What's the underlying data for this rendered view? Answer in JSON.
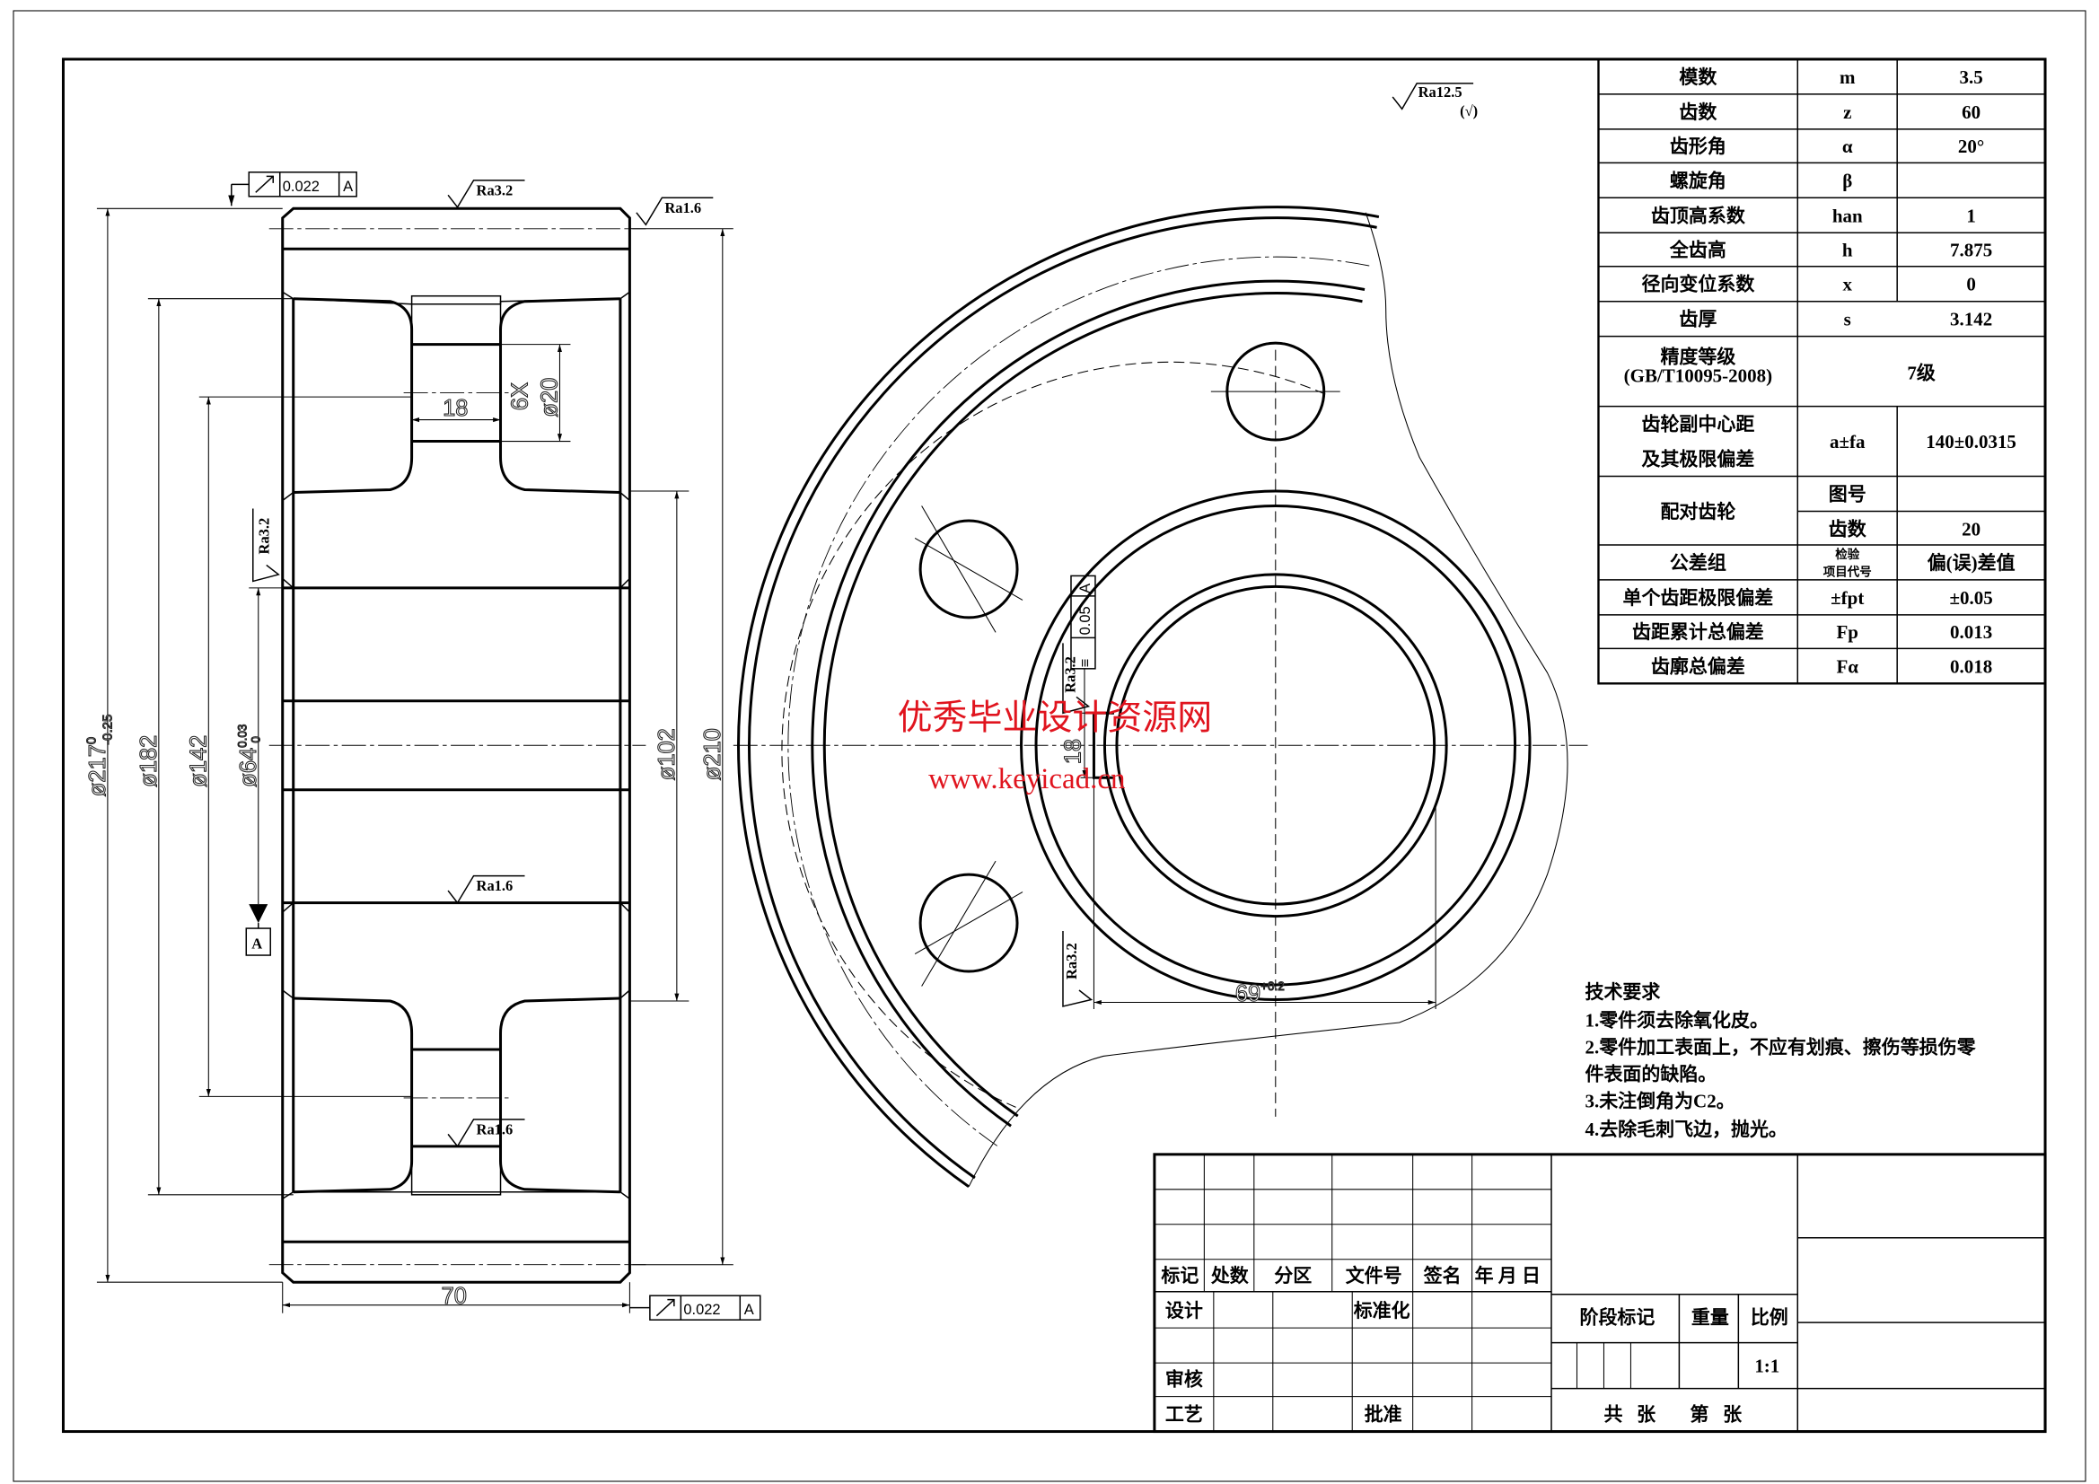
{
  "colors": {
    "line": "#000000",
    "watermark": "#e0141e"
  },
  "gear_table": {
    "rows": [
      {
        "name": "模数",
        "symbol": "m",
        "value": "3.5"
      },
      {
        "name": "齿数",
        "symbol": "z",
        "value": "60"
      },
      {
        "name": "齿形角",
        "symbol": "α",
        "value": "20°"
      },
      {
        "name": "螺旋角",
        "symbol": "β",
        "value": ""
      },
      {
        "name": "齿顶高系数",
        "symbol": "han",
        "value": "1"
      },
      {
        "name": "全齿高",
        "symbol": "h",
        "value": "7.875"
      },
      {
        "name": "径向变位系数",
        "symbol": "x",
        "value": "0"
      },
      {
        "name": "齿厚",
        "symbol": "s",
        "value": "3.142"
      }
    ],
    "accuracy": {
      "name_line1": "精度等级",
      "name_line2": "(GB/T10095-2008)",
      "value": "7级"
    },
    "center_distance": {
      "name_line1": "齿轮副中心距",
      "name_line2": "及其极限偏差",
      "symbol": "a±fa",
      "value": "140±0.0315"
    },
    "mating_gear": {
      "name": "配对齿轮",
      "drawing_no_label": "图号",
      "drawing_no": "",
      "teeth_label": "齿数",
      "teeth": "20"
    },
    "tolerance_header": {
      "name": "公差组",
      "symbol_line1": "检验",
      "symbol_line2": "项目代号",
      "value": "偏(误)差值"
    },
    "deviations": [
      {
        "name": "单个齿距极限偏差",
        "symbol": "±fpt",
        "value": "±0.05"
      },
      {
        "name": "齿距累计总偏差",
        "symbol": "Fp",
        "value": "0.013"
      },
      {
        "name": "齿廓总偏差",
        "symbol": "Fα",
        "value": "0.018"
      }
    ]
  },
  "section_view": {
    "dims": {
      "d217": "ø217",
      "d217_tol_upper": "0",
      "d217_tol_lower": "-0.25",
      "d182": "ø182",
      "d142": "ø142",
      "d64": "ø64",
      "d64_tol_upper": "0.03",
      "d64_tol_lower": "0",
      "d102": "ø102",
      "d210": "ø210",
      "width70": "70",
      "hole18": "18",
      "holes": "6X",
      "hole_dia": "ø20"
    },
    "roughness": {
      "top": "Ra3.2",
      "top_right": "Ra1.6",
      "left": "Ra3.2",
      "bore": "Ra1.6",
      "web": "Ra1.6"
    },
    "runout_top": {
      "value": "0.022",
      "datum": "A"
    },
    "runout_bottom": {
      "value": "0.022",
      "datum": "A"
    },
    "datum_label": "A"
  },
  "front_view": {
    "general_roughness": "Ra12.5",
    "general_roughness_note": "(√)",
    "keyway_width": "18",
    "keyway_depth": "69",
    "keyway_depth_tol": "+0.2",
    "symmetry": {
      "value": "0.05",
      "datum": "A"
    },
    "roughness_upper": "Ra3.2",
    "roughness_lower": "Ra3.2"
  },
  "watermark": {
    "line1": "优秀毕业设计资源网",
    "line2": "www.keyicad.cn"
  },
  "requirements": {
    "title": "技术要求",
    "items": [
      "1.零件须去除氧化皮。",
      "2.零件加工表面上，不应有划痕、擦伤等损伤零",
      "件表面的缺陷。",
      "3.未注倒角为C2。",
      "4.去除毛刺飞边，抛光。"
    ]
  },
  "title_block": {
    "rev_headers": [
      "标记",
      "处数",
      "分区",
      "文件号",
      "签名",
      "年 月 日"
    ],
    "design": "设计",
    "standardize": "标准化",
    "review": "审核",
    "process": "工艺",
    "approve": "批准",
    "stage_mark": "阶段标记",
    "weight": "重量",
    "scale_label": "比例",
    "scale": "1:1",
    "total_sheets": "共   张",
    "sheet_no": "第   张"
  }
}
